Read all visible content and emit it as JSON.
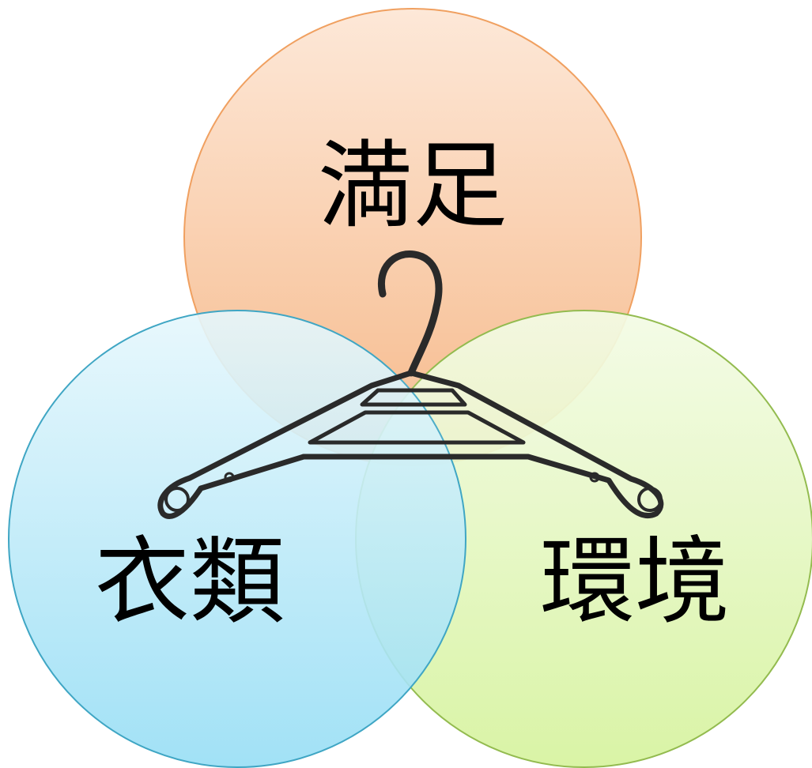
{
  "venn": {
    "circles": [
      {
        "label": "満足",
        "color": "#f6b98a"
      },
      {
        "label": "衣類",
        "color": "#8fd8f2"
      },
      {
        "label": "環境",
        "color": "#d9f4a6"
      }
    ]
  },
  "center_icon": "hanger-icon"
}
